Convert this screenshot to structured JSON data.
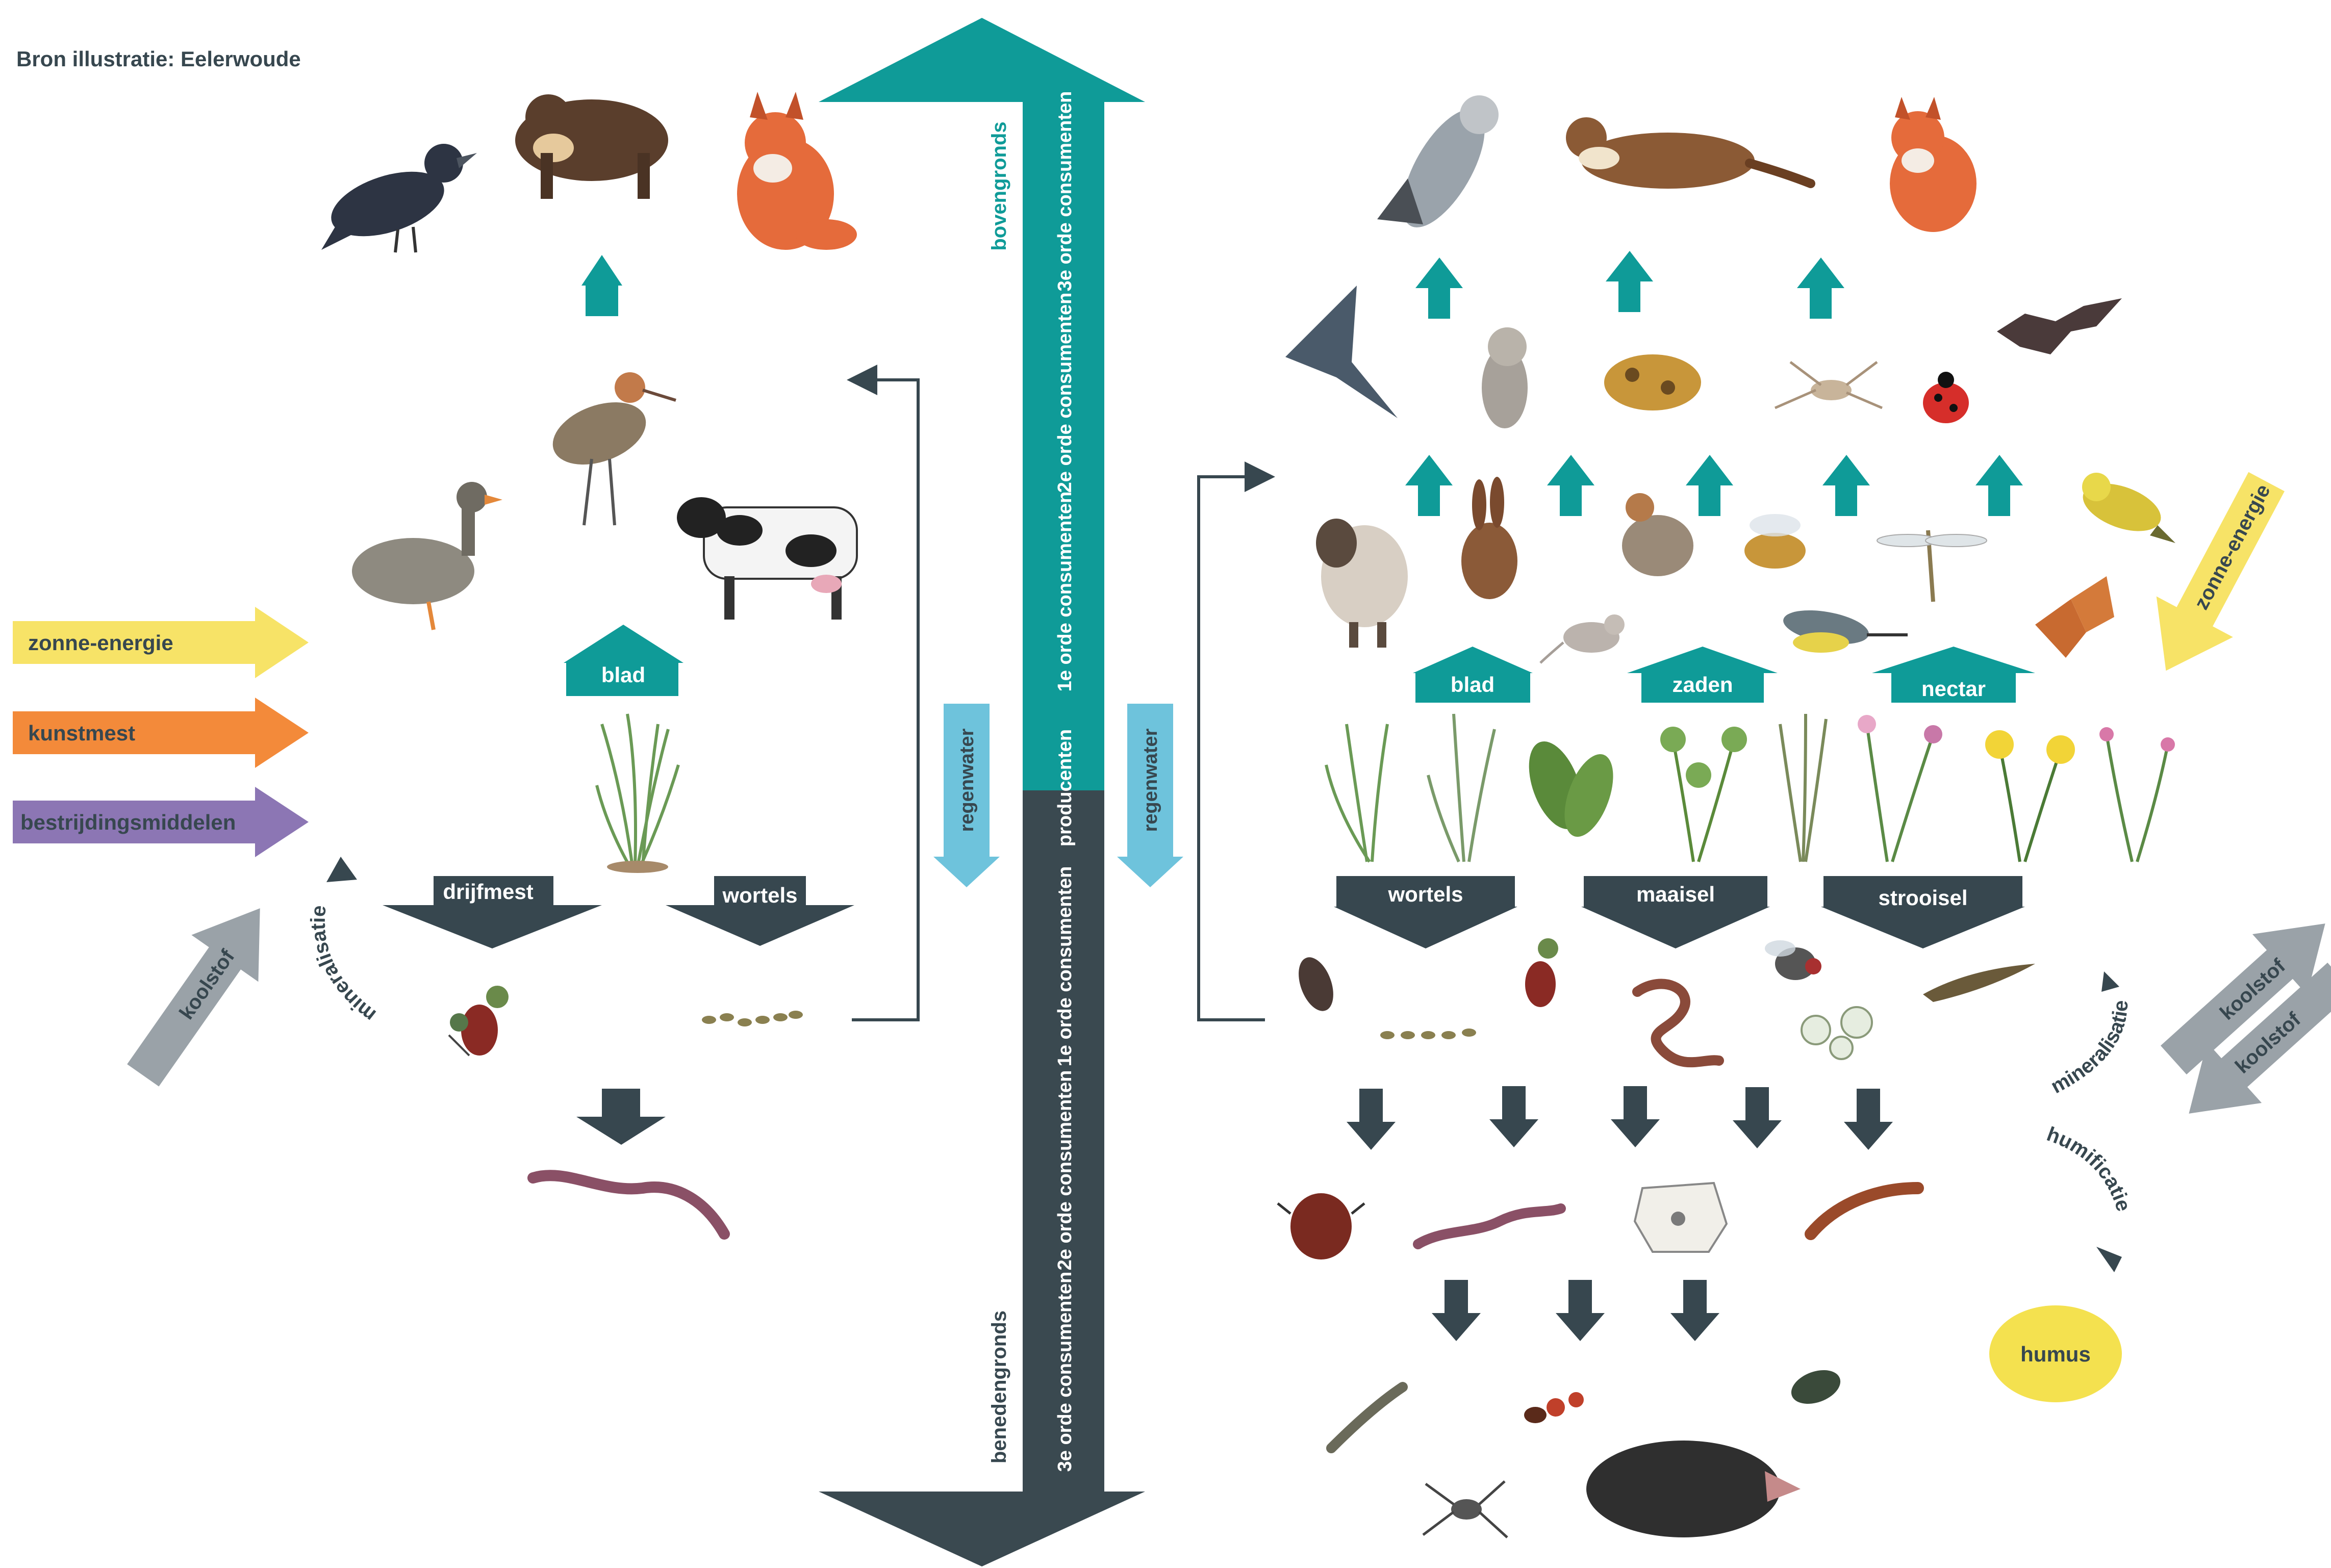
{
  "source_credit": "Bron illustratie: Eelerwoude",
  "colors": {
    "teal": "#0f9b98",
    "dark": "#37474f",
    "rain": "#6ec3dc",
    "sun": "#f7e367",
    "fertilizer": "#f38a3a",
    "pesticide": "#8c76b4",
    "carbon": "#9aa2a8",
    "humus": "#f4e14f"
  },
  "axis": {
    "top_label": "bovengronds",
    "bottom_label": "benedengronds",
    "levels": {
      "third_above": "3e orde consumenten",
      "second_above": "2e orde consumenten",
      "first_above": "1e orde consumenten",
      "producers": "producenten",
      "first_below": "1e orde consumenten",
      "second_below": "2e orde consumenten",
      "third_below": "3e orde consumenten"
    }
  },
  "left": {
    "inputs": {
      "sun": "zonne-energie",
      "fertilizer": "kunstmest",
      "pesticides": "bestrijdingsmiddelen"
    },
    "carbon": "koolstof",
    "mineralisation": "mineralisatie",
    "leaf": "blad",
    "manure": "drijfmest",
    "roots": "wortels",
    "rainwater": "regenwater",
    "animals": {
      "top": [
        "rook-icon",
        "marten-icon",
        "fox-icon"
      ],
      "middle": [
        "goose-icon",
        "godwit-icon",
        "cow-icon"
      ],
      "plant": "grass-icon",
      "soil": [
        "mite-icon",
        "larvae-icon"
      ],
      "deep": "earthworm-icon"
    }
  },
  "right": {
    "rainwater": "regenwater",
    "sun": "zonne-energie",
    "leaf": "blad",
    "seeds": "zaden",
    "nectar": "nectar",
    "roots": "wortels",
    "mowing": "maaisel",
    "litter": "strooisel",
    "carbon_out": "koolstof",
    "carbon_in": "koolstof",
    "mineralisation": "mineralisatie",
    "humification": "humificatie",
    "humus": "humus"
  }
}
